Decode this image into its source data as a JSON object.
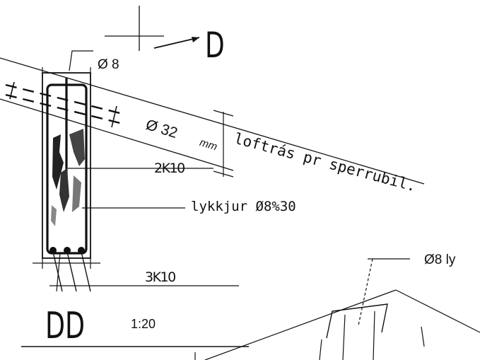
{
  "section_marker": "D",
  "stirrup_label": "Ø 8",
  "hole_label": "Ø 32",
  "hole_unit": "mm",
  "hole_note": "loftrás pr sperrubil.",
  "top_bars": "2K10",
  "links_label": "lykkjur Ø8%30",
  "bottom_bars": "3K10",
  "section_title": "DD",
  "scale": "1:20",
  "right_label": "Ø8 ly"
}
